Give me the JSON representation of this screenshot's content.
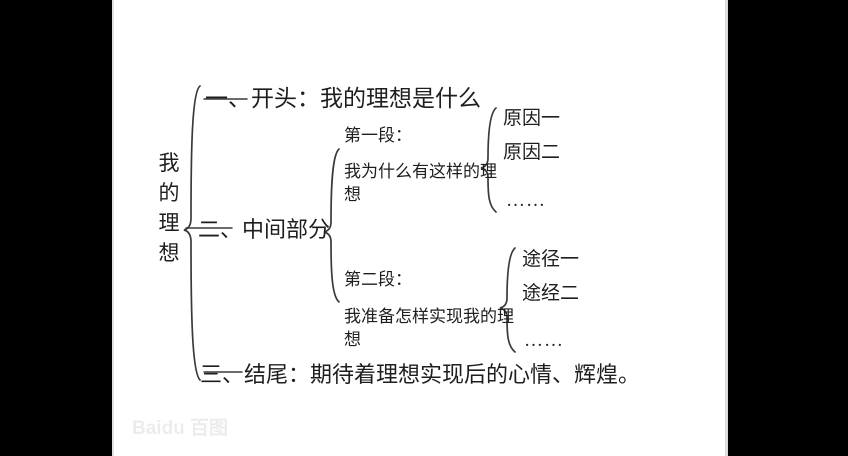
{
  "document": {
    "title": "我的理想 作文提纲",
    "background_color": "#ffffff",
    "letterbox_color": "#000000",
    "ink_color": "#1e1e1e"
  },
  "outline": {
    "root_label": "我的理想",
    "level1": [
      {
        "id": "opening",
        "label": "一、开头：我的理想是什么"
      },
      {
        "id": "middle",
        "label": "二、中间部分"
      },
      {
        "id": "ending",
        "label": "三、结尾：期待着理想实现后的心情、辉煌。"
      }
    ],
    "paragraphs": [
      {
        "id": "para1",
        "title": "第一段：",
        "body": "我为什么有这样的理想",
        "leaves": [
          "原因一",
          "原因二",
          "……"
        ]
      },
      {
        "id": "para2",
        "title": "第二段：",
        "body": "我准备怎样实现我的理想",
        "leaves": [
          "途径一",
          "途经二",
          "……"
        ]
      }
    ]
  },
  "watermark": {
    "text": "Baidu 百图"
  }
}
